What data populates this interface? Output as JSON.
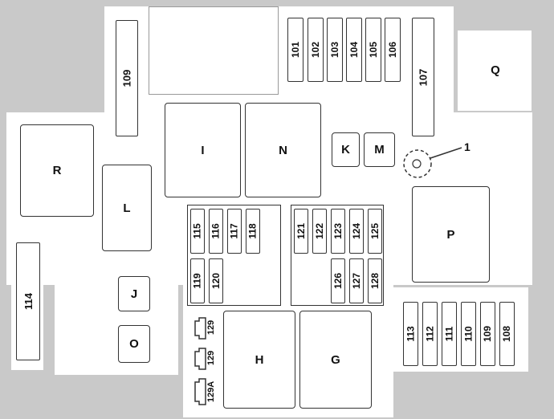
{
  "relays": {
    "R": "R",
    "L": "L",
    "I": "I",
    "N": "N",
    "K": "K",
    "M": "M",
    "P": "P",
    "Q": "Q",
    "J": "J",
    "O": "O",
    "H": "H",
    "G": "G"
  },
  "fuses_top": [
    "101",
    "102",
    "103",
    "104",
    "105",
    "106"
  ],
  "fuse_107": "107",
  "fuse_109_left": "109",
  "fuse_114": "114",
  "fuses_left_panel_top": [
    "115",
    "116",
    "117",
    "118"
  ],
  "fuses_left_panel_bottom": [
    "119",
    "120"
  ],
  "fuses_right_panel_top": [
    "121",
    "122",
    "123",
    "124",
    "125"
  ],
  "fuses_right_panel_bottom": [
    "126",
    "127",
    "128"
  ],
  "fuses_bottom_right": [
    "113",
    "112",
    "111",
    "110",
    "109",
    "108"
  ],
  "small_fuses": [
    "129",
    "129",
    "129A"
  ],
  "callout": "1"
}
